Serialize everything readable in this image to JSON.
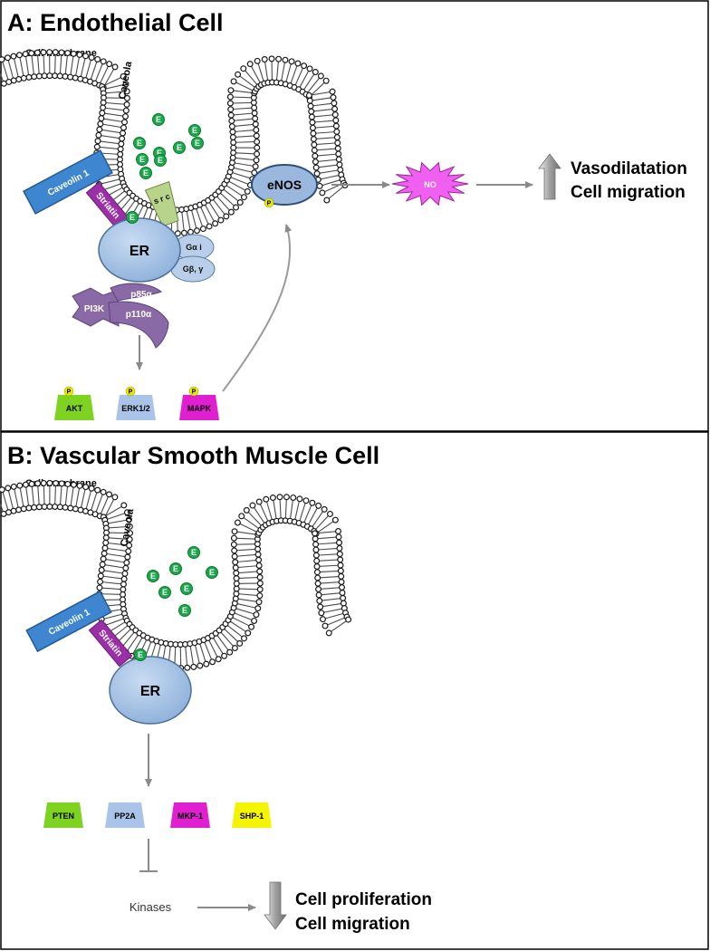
{
  "panel_a": {
    "title": "A: Endothelial Cell",
    "membrane_label": "Cell membrane",
    "caveola_label": "Caveola",
    "caveolin_label": "Caveolin 1",
    "striatin_label": "Striatin",
    "er_label": "ER",
    "src_label": "s r c",
    "galpha_label": "Gα i",
    "gbeta_label": "Gβ, γ",
    "pi3k_label": "PI3K",
    "p85_label": "p85α",
    "p110_label": "p110α",
    "enos_label": "eNOS",
    "no_label": "NO",
    "outcome_lines": [
      "Vasodilatation",
      "Cell migration"
    ],
    "kinases": [
      {
        "label": "AKT",
        "color": "#7ed321"
      },
      {
        "label": "ERK1/2",
        "color": "#a9c4e8"
      },
      {
        "label": "MAPK",
        "color": "#e020d0"
      }
    ],
    "phospho_label": "P",
    "estrogen_label": "E"
  },
  "panel_b": {
    "title": "B: Vascular Smooth Muscle Cell",
    "membrane_label": "Cell membrane",
    "caveola_label": "Caveola",
    "caveolin_label": "Caveolin 1",
    "striatin_label": "Striatin",
    "er_label": "ER",
    "phosphatases": [
      {
        "label": "PTEN",
        "color": "#7ed321"
      },
      {
        "label": "PP2A",
        "color": "#a9c4e8"
      },
      {
        "label": "MKP-1",
        "color": "#e020d0"
      },
      {
        "label": "SHP-1",
        "color": "#f4f400"
      }
    ],
    "kinases_label": "Kinases",
    "outcome_lines": [
      "Cell proliferation",
      "Cell migration"
    ],
    "estrogen_label": "E"
  },
  "colors": {
    "er": "#9ab8dd",
    "caveolin": "#3f86d0",
    "striatin": "#9b2fa8",
    "estrogen": "#1aa84a",
    "src": "#b7d48a",
    "pi3k": "#8a6aa6",
    "no_burst": "#f060f0",
    "phospho": "#e8e800"
  }
}
